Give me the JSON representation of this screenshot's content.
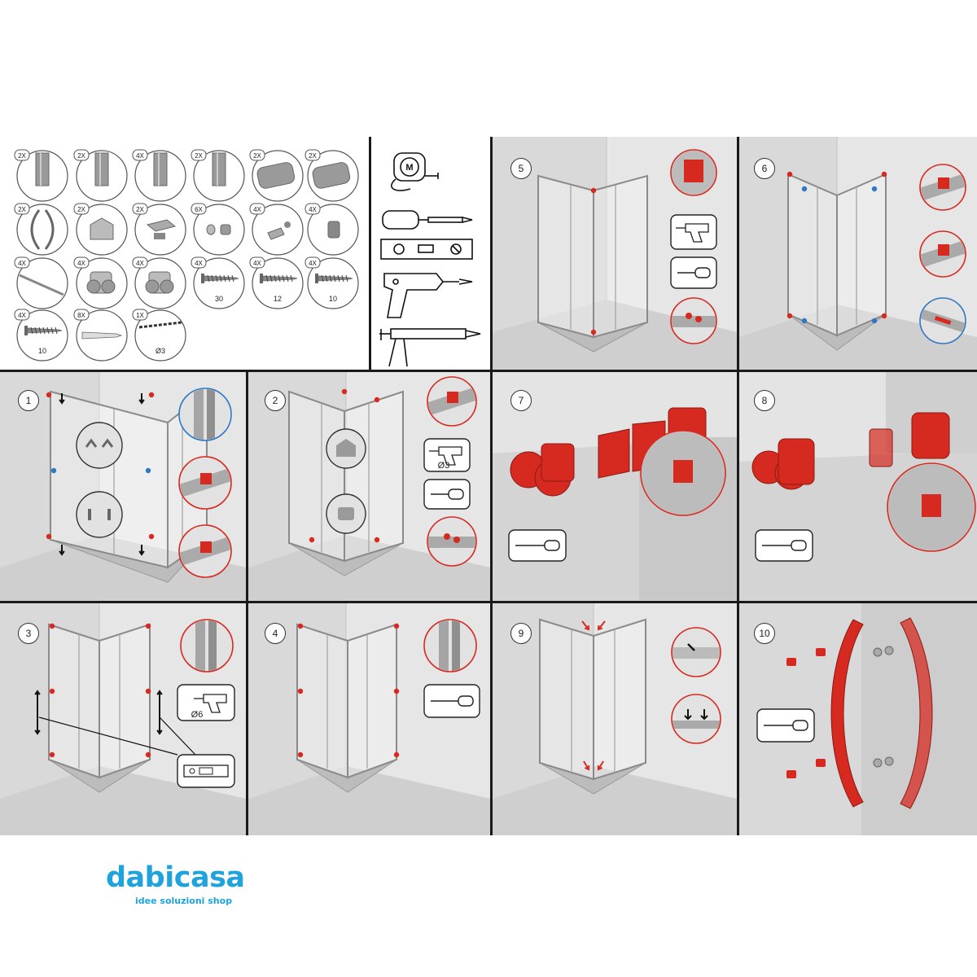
{
  "parts": {
    "items": [
      {
        "qty": "2X",
        "icon": "vertical-profile-icon"
      },
      {
        "qty": "2X",
        "icon": "vertical-profile-icon"
      },
      {
        "qty": "4X",
        "icon": "vertical-profile-icon"
      },
      {
        "qty": "2X",
        "icon": "vertical-profile-icon"
      },
      {
        "qty": "2X",
        "icon": "horizontal-profile-icon"
      },
      {
        "qty": "2X",
        "icon": "horizontal-profile-icon"
      },
      {
        "qty": "2X",
        "icon": "handle-icon"
      },
      {
        "qty": "2X",
        "icon": "corner-joint-icon"
      },
      {
        "qty": "2X",
        "icon": "bracket-icon"
      },
      {
        "qty": "6X",
        "icon": "cap-icon"
      },
      {
        "qty": "4X",
        "icon": "clip-icon"
      },
      {
        "qty": "4X",
        "icon": "stopper-icon"
      },
      {
        "qty": "4X",
        "icon": "seal-strip-icon"
      },
      {
        "qty": "4X",
        "icon": "roller-icon"
      },
      {
        "qty": "4X",
        "icon": "roller-icon"
      },
      {
        "qty": "4X",
        "icon": "screw-icon",
        "size": "30"
      },
      {
        "qty": "4X",
        "icon": "screw-icon",
        "size": "12"
      },
      {
        "qty": "4X",
        "icon": "screw-icon",
        "size": "10"
      },
      {
        "qty": "4X",
        "icon": "screw-icon",
        "size": "10"
      },
      {
        "qty": "8X",
        "icon": "wall-plug-icon"
      },
      {
        "qty": "1X",
        "icon": "drill-bit-icon",
        "size": "Ø3"
      }
    ]
  },
  "tools": {
    "tape_letter": "M",
    "items": [
      "tape-measure-icon",
      "screwdriver-icon",
      "spirit-level-icon",
      "drill-icon",
      "caulking-gun-icon"
    ]
  },
  "steps": {
    "s1": "1",
    "s2": "2",
    "s3": "3",
    "s4": "4",
    "s5": "5",
    "s6": "6",
    "s7": "7",
    "s8": "8",
    "s9": "9",
    "s10": "10"
  },
  "labels": {
    "drill_d3": "Ø3",
    "drill_d6": "Ø6"
  },
  "colors": {
    "accent_red": "#d62a20",
    "accent_blue": "#2f78c4",
    "brand_blue": "#1fa3dd"
  },
  "brand": {
    "name": "dabicasa",
    "tagline": "idee soluzioni shop"
  }
}
